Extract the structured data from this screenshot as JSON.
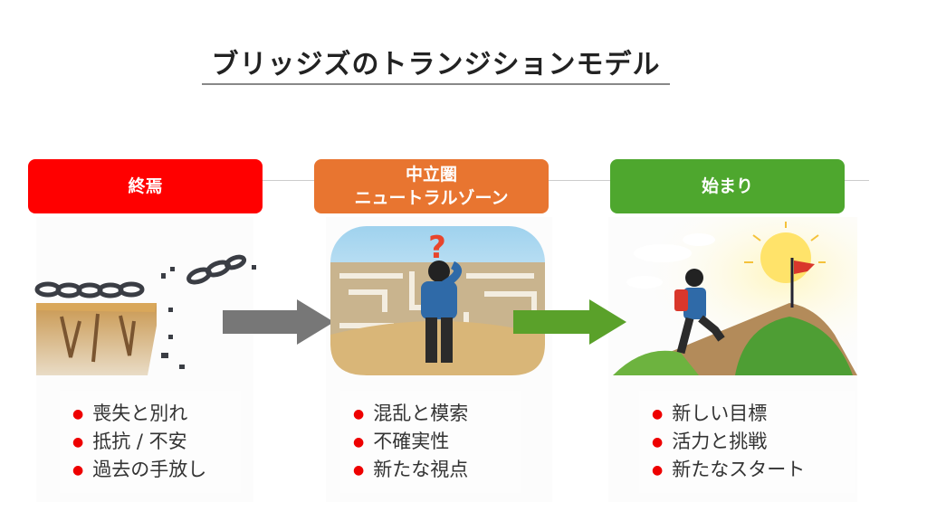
{
  "title": "ブリッジズのトランジションモデル",
  "colors": {
    "ending": "#ff0000",
    "neutral": "#e87530",
    "beginning": "#4ea72e",
    "arrow_gray": "#777777",
    "bullet": "#e00000"
  },
  "phases": [
    {
      "label_lines": [
        "終焉"
      ],
      "icon": "broken-chain-cliff-illustration",
      "items": [
        "喪失と別れ",
        "抵抗 / 不安",
        "過去の手放し"
      ]
    },
    {
      "label_lines": [
        "中立圏",
        "ニュートラルゾーン"
      ],
      "icon": "person-in-maze-illustration",
      "items": [
        "混乱と模索",
        "不確実性",
        "新たな視点"
      ]
    },
    {
      "label_lines": [
        "始まり"
      ],
      "icon": "climber-summit-illustration",
      "items": [
        "新しい目標",
        "活力と挑戦",
        "新たなスタート"
      ]
    }
  ]
}
